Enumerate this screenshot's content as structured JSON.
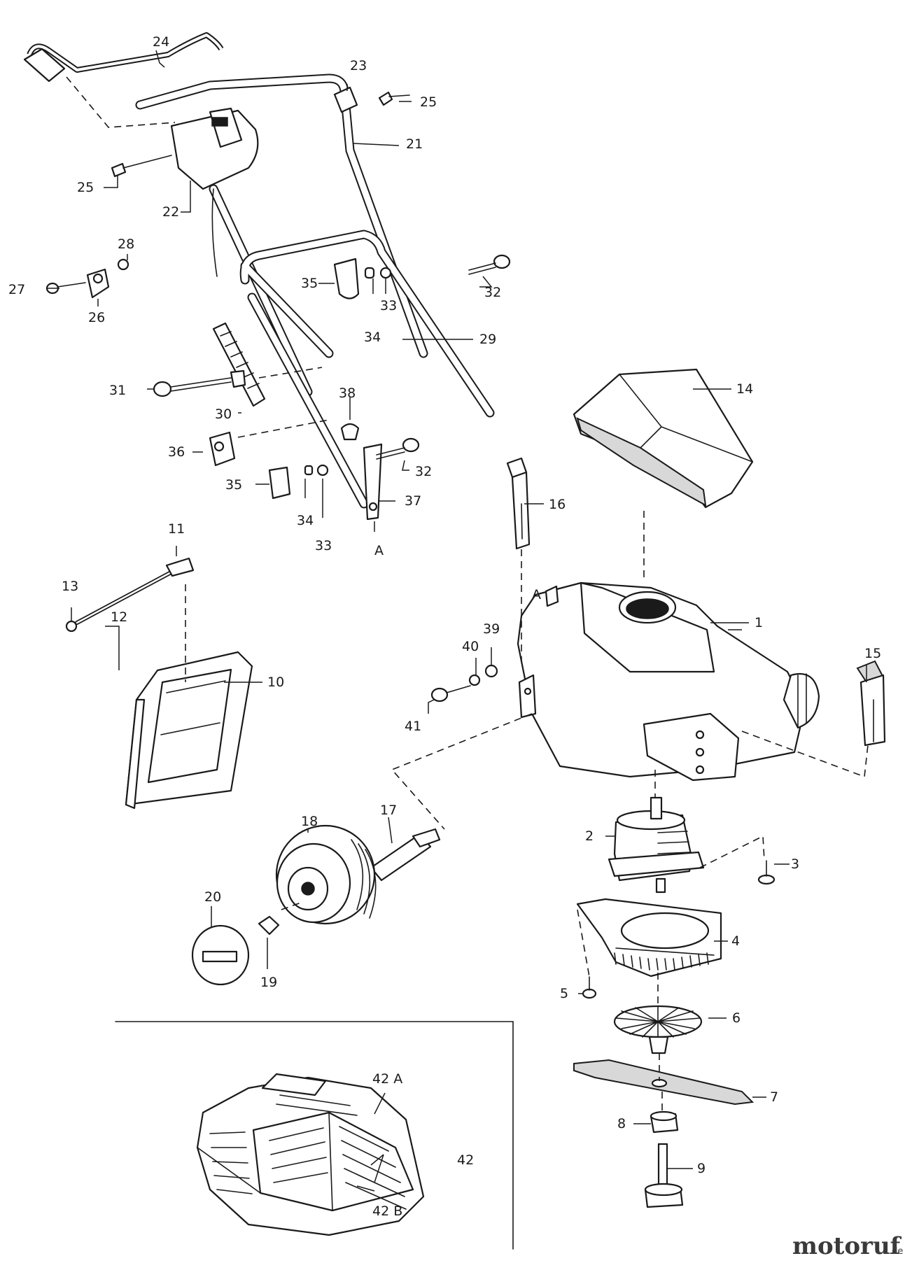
{
  "diagram": {
    "labels": [
      "1",
      "2",
      "3",
      "4",
      "5",
      "6",
      "7",
      "8",
      "9",
      "10",
      "11",
      "12",
      "13",
      "14",
      "15",
      "16",
      "17",
      "18",
      "19",
      "20",
      "21",
      "22",
      "23",
      "24",
      "25",
      "25",
      "26",
      "27",
      "28",
      "29",
      "30",
      "31",
      "32",
      "32",
      "33",
      "33",
      "34",
      "34",
      "35",
      "35",
      "36",
      "37",
      "38",
      "39",
      "40",
      "41",
      "42",
      "42 A",
      "42 B",
      "A",
      "A"
    ]
  },
  "watermark": {
    "brand": "motoruf",
    "domain": ".de"
  }
}
